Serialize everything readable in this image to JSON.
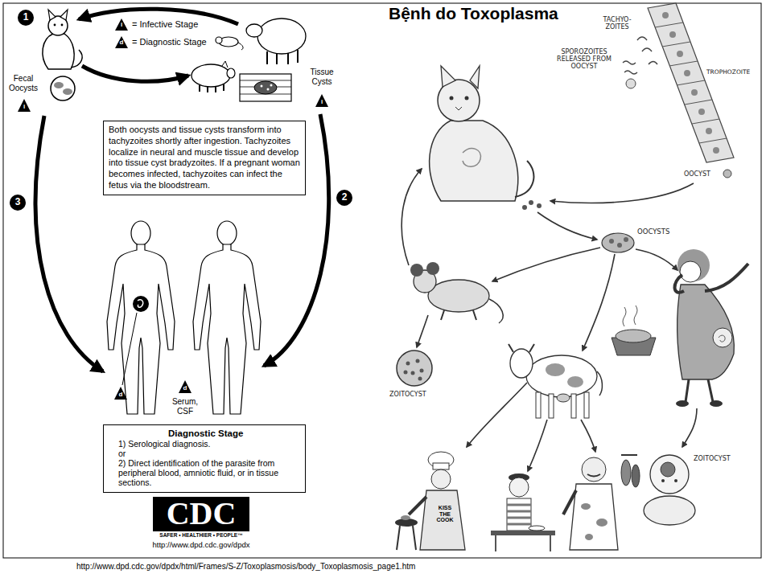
{
  "diagram": {
    "title": "Bệnh do Toxoplasma",
    "caption": "http://www.dpd.cdc.gov/dpdx/html/Frames/S-Z/Toxoplasmosis/body_Toxoplasmosis_page1.htm",
    "nodes": [
      {
        "text": [
          "Both oocysts and tissue cysts transform into tachyzoites shortly after ingestion. Tachyzoites localize in neural and muscle tissue and develop into tissue cyst bradyzoites. If a pregnant woman becomes infected, tachyzoites can infect the fetus via the bloodstream."
        ]
      },
      {
        "text": [
          "Diagnostic Stage",
          "1) Serological diagnosis.",
          "or",
          "2) Direct identification of the parasite from peripheral blood, amniotic fluid, or in tissue sections."
        ]
      },
      {
        "text": [
          "CDC"
        ]
      }
    ],
    "labels": [
      "1",
      "i",
      "d",
      "Fecal Oocysts",
      "i",
      "Tissue Cysts",
      "i",
      "3",
      "2",
      "d",
      "d",
      "Serum, CSF",
      "d",
      "SAFER • HEALTHIER • PEOPLE™",
      "http://www.dpd.cdc.gov/dpdx",
      "TACHYO- ZOITES",
      "SPOROZOITES RELEASED FROM OOCYST",
      "TROPHOZOITE",
      "OOCYST",
      "OOCYSTS",
      "ZOITOCYST",
      "ZOITOCYST",
      "KISS THE COOK"
    ],
    "legend": [
      {
        "text": "= Infective Stage"
      },
      {
        "text": "= Diagnostic Stage"
      }
    ]
  }
}
